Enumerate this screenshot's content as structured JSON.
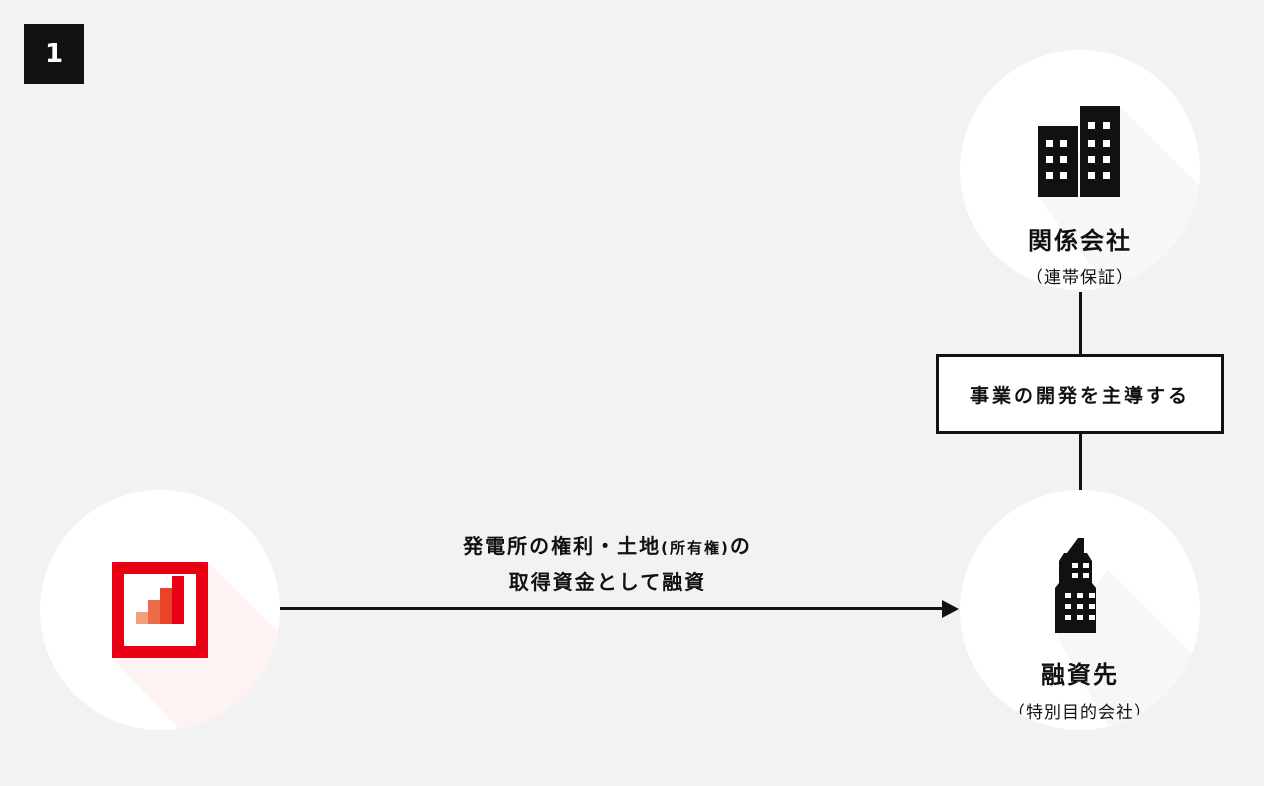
{
  "badge": "1",
  "related_company": {
    "name": "関係会社",
    "note": "（連帯保証）"
  },
  "relation_label": "事業の開発を主導する",
  "borrower": {
    "name": "融資先",
    "note": "（特別目的会社）"
  },
  "flow": {
    "line1_a": "発電所の権利・土地",
    "line1_small": "(所有権)",
    "line1_b": "の",
    "line2": "取得資金として融資"
  },
  "colors": {
    "brand_red": "#e60012",
    "background": "#f2f2f2"
  }
}
